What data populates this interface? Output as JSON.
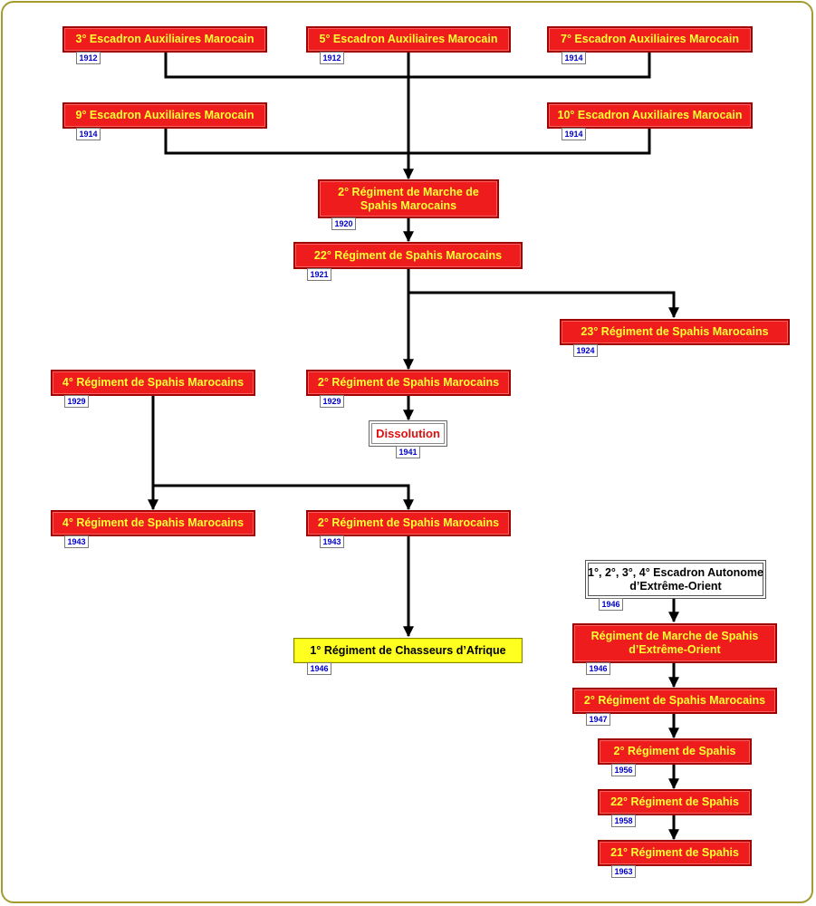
{
  "nodes": {
    "esc3": {
      "label": "3° Escadron Auxiliaires Marocain",
      "year": "1912"
    },
    "esc5": {
      "label": "5° Escadron Auxiliaires Marocain",
      "year": "1912"
    },
    "esc7": {
      "label": "7° Escadron Auxiliaires Marocain",
      "year": "1914"
    },
    "esc9": {
      "label": "9° Escadron Auxiliaires Marocain",
      "year": "1914"
    },
    "esc10": {
      "label": "10° Escadron Auxiliaires Marocain",
      "year": "1914"
    },
    "rm2": {
      "label": "2° Régiment de Marche de Spahis Marocains",
      "year": "1920"
    },
    "r22": {
      "label": "22° Régiment de Spahis Marocains",
      "year": "1921"
    },
    "r23": {
      "label": "23° Régiment de Spahis Marocains",
      "year": "1924"
    },
    "r4_1929": {
      "label": "4° Régiment de Spahis Marocains",
      "year": "1929"
    },
    "r2_1929": {
      "label": "2° Régiment de Spahis Marocains",
      "year": "1929"
    },
    "dissolution": {
      "label": "Dissolution",
      "year": "1941"
    },
    "r4_1943": {
      "label": "4° Régiment de Spahis Marocains",
      "year": "1943"
    },
    "r2_1943": {
      "label": "2° Régiment de Spahis Marocains",
      "year": "1943"
    },
    "rca1": {
      "label": "1° Régiment de Chasseurs d’Afrique",
      "year": "1946"
    },
    "esc_eo": {
      "label": "1°, 2°, 3°, 4° Escadron Autonome d’Extrême-Orient",
      "year": "1946"
    },
    "rm_eo": {
      "label": "Régiment de Marche de Spahis d’Extrême-Orient",
      "year": "1946"
    },
    "r2_1947": {
      "label": "2° Régiment de Spahis Marocains",
      "year": "1947"
    },
    "rs2": {
      "label": "2° Régiment de Spahis",
      "year": "1956"
    },
    "rs22": {
      "label": "22° Régiment de Spahis",
      "year": "1958"
    },
    "rs21": {
      "label": "21° Régiment de Spahis",
      "year": "1963"
    }
  }
}
